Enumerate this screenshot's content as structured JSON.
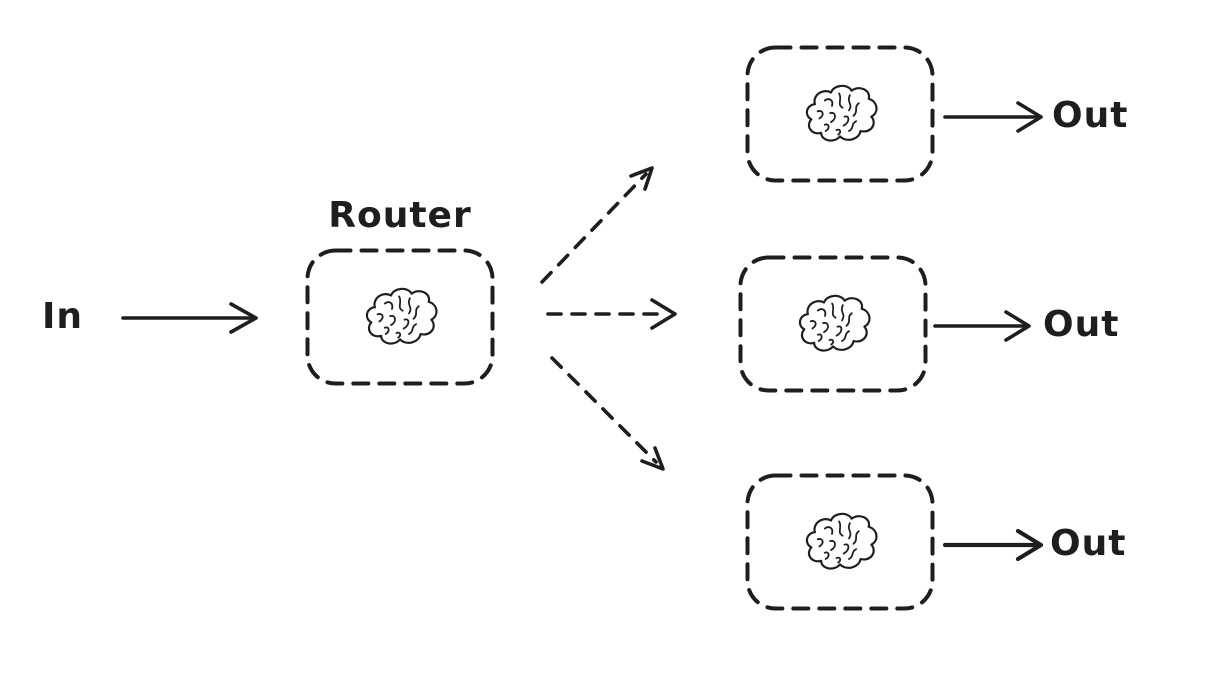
{
  "diagram": {
    "type": "flow-diagram",
    "style": "hand-drawn",
    "input_label": "In",
    "router": {
      "label": "Router",
      "icon": "brain-icon"
    },
    "branches": [
      {
        "icon": "brain-icon",
        "output_label": "Out"
      },
      {
        "icon": "brain-icon",
        "output_label": "Out"
      },
      {
        "icon": "brain-icon",
        "output_label": "Out"
      }
    ],
    "edges": [
      {
        "from": "input",
        "to": "router",
        "style": "solid-arrow"
      },
      {
        "from": "router",
        "to": "branch-0",
        "style": "dashed-arrow"
      },
      {
        "from": "router",
        "to": "branch-1",
        "style": "dashed-arrow"
      },
      {
        "from": "router",
        "to": "branch-2",
        "style": "dashed-arrow"
      },
      {
        "from": "branch-0",
        "to": "output-0",
        "style": "solid-arrow"
      },
      {
        "from": "branch-1",
        "to": "output-1",
        "style": "solid-arrow"
      },
      {
        "from": "branch-2",
        "to": "output-2",
        "style": "solid-arrow"
      }
    ],
    "colors": {
      "stroke": "#1e1e1e",
      "background": "#ffffff"
    }
  }
}
